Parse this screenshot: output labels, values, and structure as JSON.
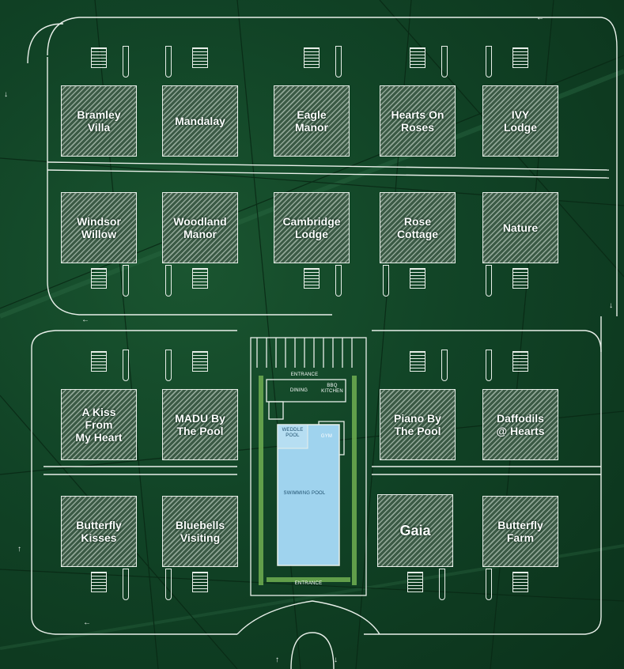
{
  "units": [
    {
      "id": "bramley-villa",
      "name": "Bramley\nVilla"
    },
    {
      "id": "mandalay",
      "name": "Mandalay"
    },
    {
      "id": "eagle-manor",
      "name": "Eagle\nManor"
    },
    {
      "id": "hearts-on-roses",
      "name": "Hearts On\nRoses"
    },
    {
      "id": "ivy-lodge",
      "name": "IVY\nLodge"
    },
    {
      "id": "windsor-willow",
      "name": "Windsor\nWillow"
    },
    {
      "id": "woodland-manor",
      "name": "Woodland\nManor"
    },
    {
      "id": "cambridge-lodge",
      "name": "Cambridge\nLodge"
    },
    {
      "id": "rose-cottage",
      "name": "Rose\nCottage"
    },
    {
      "id": "nature",
      "name": "Nature"
    },
    {
      "id": "a-kiss-from-my-heart",
      "name": "A Kiss\nFrom\nMy Heart"
    },
    {
      "id": "madu-by-the-pool",
      "name": "MADU By\nThe Pool"
    },
    {
      "id": "piano-by-the-pool",
      "name": "Piano By\nThe Pool"
    },
    {
      "id": "daffodils-at-hearts",
      "name": "Daffodils\n@ Hearts"
    },
    {
      "id": "butterfly-kisses",
      "name": "Butterfly\nKisses"
    },
    {
      "id": "bluebells-visiting",
      "name": "Bluebells\nVisiting"
    },
    {
      "id": "gaia",
      "name": "Gaia"
    },
    {
      "id": "butterfly-farm",
      "name": "Butterfly\nFarm"
    }
  ],
  "amenities": {
    "entrance_top": "ENTRANCE",
    "dining": "DINING",
    "bbq_kitchen": "BBQ\nKITCHEN",
    "wedding_pool": "WEDDLE\nPOOL",
    "gym": "GYM",
    "swimming_pool": "SWIMMING POOL",
    "entrance_bottom": "ENTRANCE"
  },
  "colors": {
    "background": "#114326",
    "line": "#e8efe9",
    "pool": "#9fd3ee",
    "hedge": "#6aa84f"
  }
}
